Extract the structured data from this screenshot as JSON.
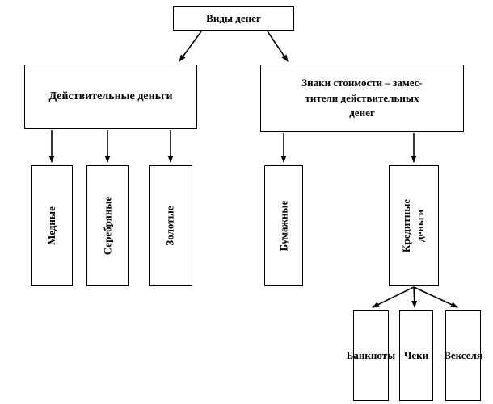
{
  "diagram": {
    "title": "Виды денег",
    "root": {
      "label": "Виды денег"
    },
    "left_branch": {
      "label": "Действительные деньги",
      "children": {
        "copper": "Медные",
        "silver": "Серебряные",
        "gold": "Золотые"
      }
    },
    "right_branch": {
      "label_line1": "Знаки стоимости – замес-",
      "label_line2": "тители действительных",
      "label_line3": "денег",
      "children": {
        "paper": "Бумажные",
        "credit": "Кредитные деньги"
      }
    },
    "credit_children": {
      "banknotes": "Банкноты",
      "checks": "Чеки",
      "bills": "Векселя"
    },
    "colors": {
      "line": "#000000",
      "box_border": "#000000",
      "background": "#ffffff"
    }
  }
}
